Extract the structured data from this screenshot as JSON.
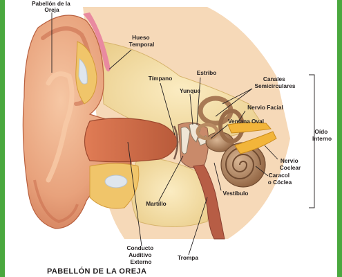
{
  "caption": "PABELLÓN DE LA OREJA",
  "labels": {
    "pabellon": [
      "Pabellón de la",
      "Oreja"
    ],
    "hueso": [
      "Hueso",
      "Temporal"
    ],
    "timpano": [
      "Tímpano"
    ],
    "estribo": [
      "Estribo"
    ],
    "yunque": [
      "Yunque"
    ],
    "canales": [
      "Canales",
      "Semicirculares"
    ],
    "nervio_facial": [
      "Nervio Facial"
    ],
    "ventana_oval": [
      "Ventana Oval"
    ],
    "oido_interno": [
      "Oído",
      "Interno"
    ],
    "nervio_coclear": [
      "Nervio",
      "Coclear"
    ],
    "caracol": [
      "Caracol",
      "o Cóclea"
    ],
    "vestibulo": [
      "Vestíbulo"
    ],
    "martillo": [
      "Martillo"
    ],
    "conducto": [
      "Conducto",
      "Auditivo",
      "Externo"
    ],
    "trompa": [
      "Trompa"
    ]
  },
  "colors": {
    "frame": "#4aa83e",
    "skin": "#e8a27c",
    "skin_dark": "#c9714f",
    "bone": "#f3dca0",
    "canal": "#d9734d",
    "cochlea": "#a87a55",
    "nerve": "#f2b53a"
  }
}
